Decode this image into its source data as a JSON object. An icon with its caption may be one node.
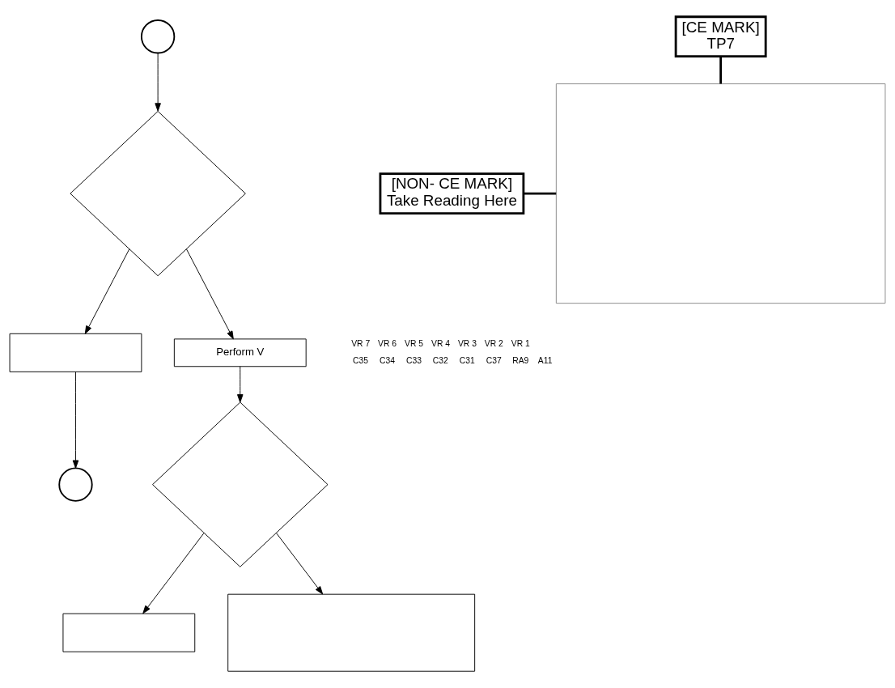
{
  "diagram": {
    "nodes": [
      {
        "text": [],
        "shape": "circle"
      },
      {
        "text": [],
        "shape": "diamond"
      },
      {
        "text": [
          "Perform V"
        ]
      },
      {
        "text": [],
        "shape": "box"
      },
      {
        "text": [],
        "shape": "circle"
      },
      {
        "text": [],
        "shape": "diamond"
      },
      {
        "text": [],
        "shape": "box"
      },
      {
        "text": [],
        "shape": "box"
      },
      {
        "text": [],
        "shape": "box"
      },
      {
        "text": [
          "[NON- CE MARK]",
          "Take Reading Here"
        ]
      },
      {
        "text": [
          "[CE MARK]",
          "TP7"
        ]
      }
    ],
    "edges": [
      {
        "from": 0,
        "to": 1,
        "arrow": "to"
      },
      {
        "from": 1,
        "to": 2,
        "arrow": "to"
      },
      {
        "from": 1,
        "to": 3,
        "arrow": "to"
      },
      {
        "from": 3,
        "to": 4,
        "arrow": "to"
      },
      {
        "from": 2,
        "to": 5,
        "arrow": "to"
      },
      {
        "from": 5,
        "to": 7,
        "arrow": "to"
      },
      {
        "from": 5,
        "to": 6,
        "arrow": "to"
      },
      {
        "from": 9,
        "to": 8,
        "arrow": "none",
        "style": "thick"
      },
      {
        "from": 10,
        "to": 8,
        "arrow": "none",
        "style": "thick"
      }
    ],
    "labels": [
      "VR 7",
      "VR 6",
      "VR 5",
      "VR 4",
      "VR 3",
      "VR 2",
      "VR 1",
      "C35",
      "C34",
      "C33",
      "C32",
      "C31",
      "C37",
      "RA9",
      "A11"
    ]
  }
}
